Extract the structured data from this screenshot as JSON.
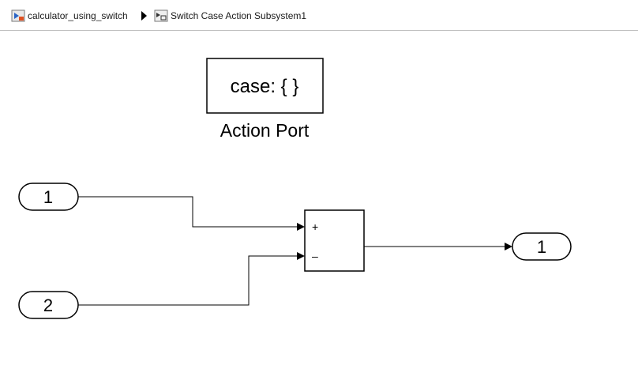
{
  "breadcrumb": {
    "items": [
      {
        "label": "calculator_using_switch",
        "icon": "simulink-model-icon"
      },
      {
        "label": "Switch Case Action Subsystem1",
        "icon": "subsystem-icon"
      }
    ],
    "separator_icon": "triangle-right-icon"
  },
  "diagram": {
    "action_port": {
      "text": "case: { }",
      "label": "Action Port"
    },
    "inports": [
      {
        "number": "1"
      },
      {
        "number": "2"
      }
    ],
    "sum_block": {
      "plus_sign": "+",
      "minus_sign": "–"
    },
    "outport": {
      "number": "1"
    }
  }
}
